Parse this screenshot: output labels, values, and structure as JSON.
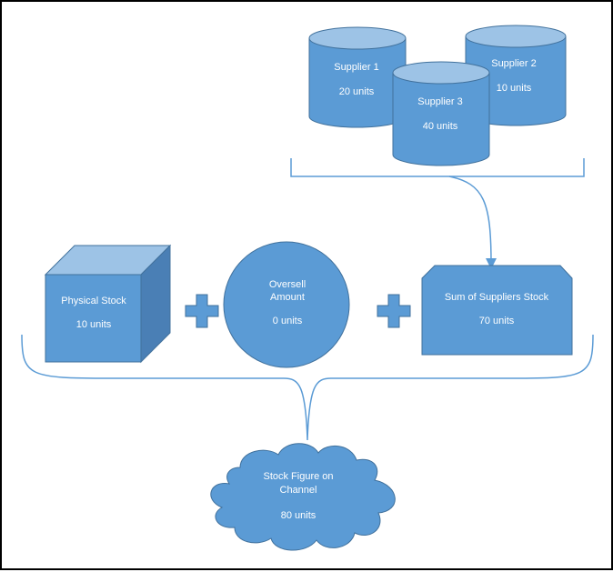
{
  "colors": {
    "fill": "#5b9bd5",
    "fill_top": "#9dc3e6",
    "fill_side": "#4a7fb5",
    "stroke": "#41719c",
    "line": "#5b9bd5",
    "text": "#ffffff"
  },
  "suppliers": [
    {
      "name": "Supplier 1",
      "stock": "20 units"
    },
    {
      "name": "Supplier 2",
      "stock": "10 units"
    },
    {
      "name": "Supplier 3",
      "stock": "40 units"
    }
  ],
  "physical_stock": {
    "name": "Physical Stock",
    "stock": "10 units"
  },
  "oversell": {
    "name_line1": "Oversell",
    "name_line2": "Amount",
    "stock": "0 units"
  },
  "sum_suppliers": {
    "name": "Sum of Suppliers Stock",
    "stock": "70 units"
  },
  "channel_stock": {
    "name_line1": "Stock Figure on",
    "name_line2": "Channel",
    "stock": "80 units"
  }
}
